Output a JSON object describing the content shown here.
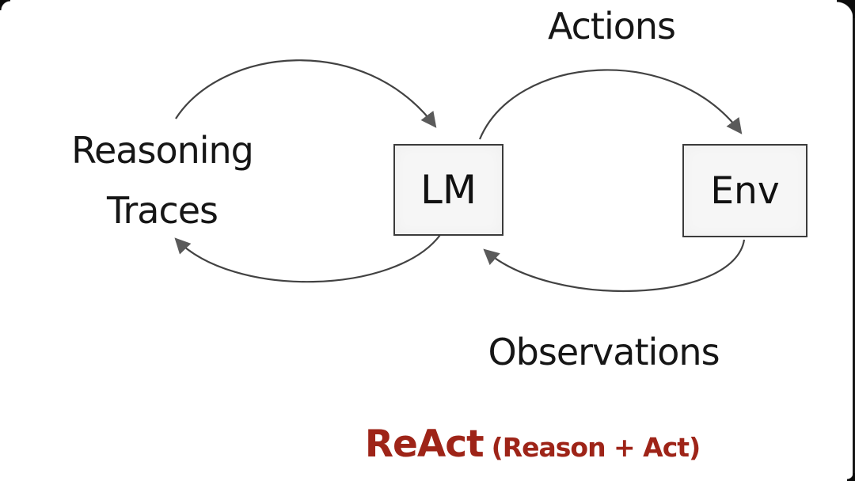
{
  "diagram": {
    "type": "flow-diagram",
    "nodes": {
      "lm": {
        "label": "LM"
      },
      "env": {
        "label": "Env"
      }
    },
    "labels": {
      "reasoning_traces": {
        "line1": "Reasoning",
        "line2": "Traces"
      },
      "actions": "Actions",
      "observations": "Observations"
    },
    "edges": [
      {
        "from": "reasoning-traces",
        "to": "lm",
        "style": "curved-arc",
        "arrowhead": "into-lm-top"
      },
      {
        "from": "lm",
        "to": "reasoning-traces",
        "style": "curved-arc",
        "arrowhead": "into-traces"
      },
      {
        "from": "lm",
        "to": "env",
        "label": "Actions",
        "style": "curved-arc",
        "arrowhead": "into-env-top"
      },
      {
        "from": "env",
        "to": "lm",
        "label": "Observations",
        "style": "curved-arc",
        "arrowhead": "into-lm-bottom"
      }
    ],
    "title": {
      "main": "ReAct",
      "sub": "(Reason + Act)"
    },
    "colors": {
      "background": "#ffffff",
      "text": "#161616",
      "arrow_stroke": "#424242",
      "arrowhead_fill": "#5a5a5a",
      "box_fill": "#f6f6f6",
      "box_border": "#3b3b3b",
      "title_red": "#9e2418",
      "frame_edge": "#0b0b0b"
    }
  }
}
